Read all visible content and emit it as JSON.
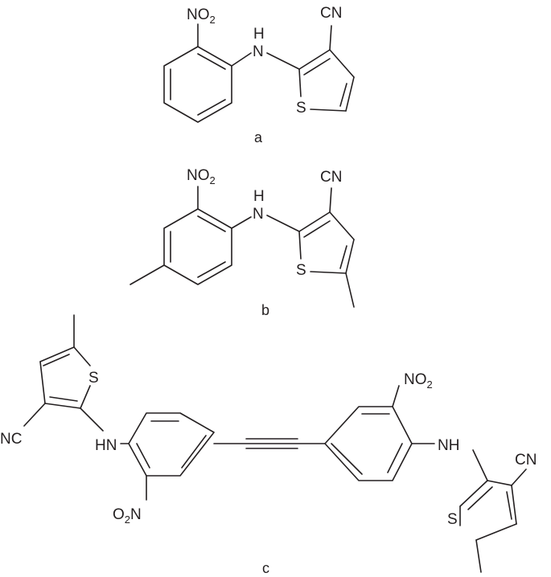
{
  "molecules": [
    {
      "label": "a",
      "atoms": {
        "no2": [
          "NO",
          "2"
        ],
        "nh": "H",
        "n": "N",
        "cn": "CN",
        "s": "S"
      }
    },
    {
      "label": "b",
      "atoms": {
        "no2": [
          "NO",
          "2"
        ],
        "nh": "H",
        "n": "N",
        "cn": "CN",
        "s": "S"
      }
    },
    {
      "label": "c",
      "atoms": {
        "s_left": "S",
        "cn_left": "NC",
        "hn_left": "HN",
        "no2_left": [
          "O",
          "2",
          "N"
        ],
        "no2_right": [
          "NO",
          "2"
        ],
        "nh_right": "NH",
        "cn_right": "CN",
        "s_right": "S"
      }
    }
  ]
}
